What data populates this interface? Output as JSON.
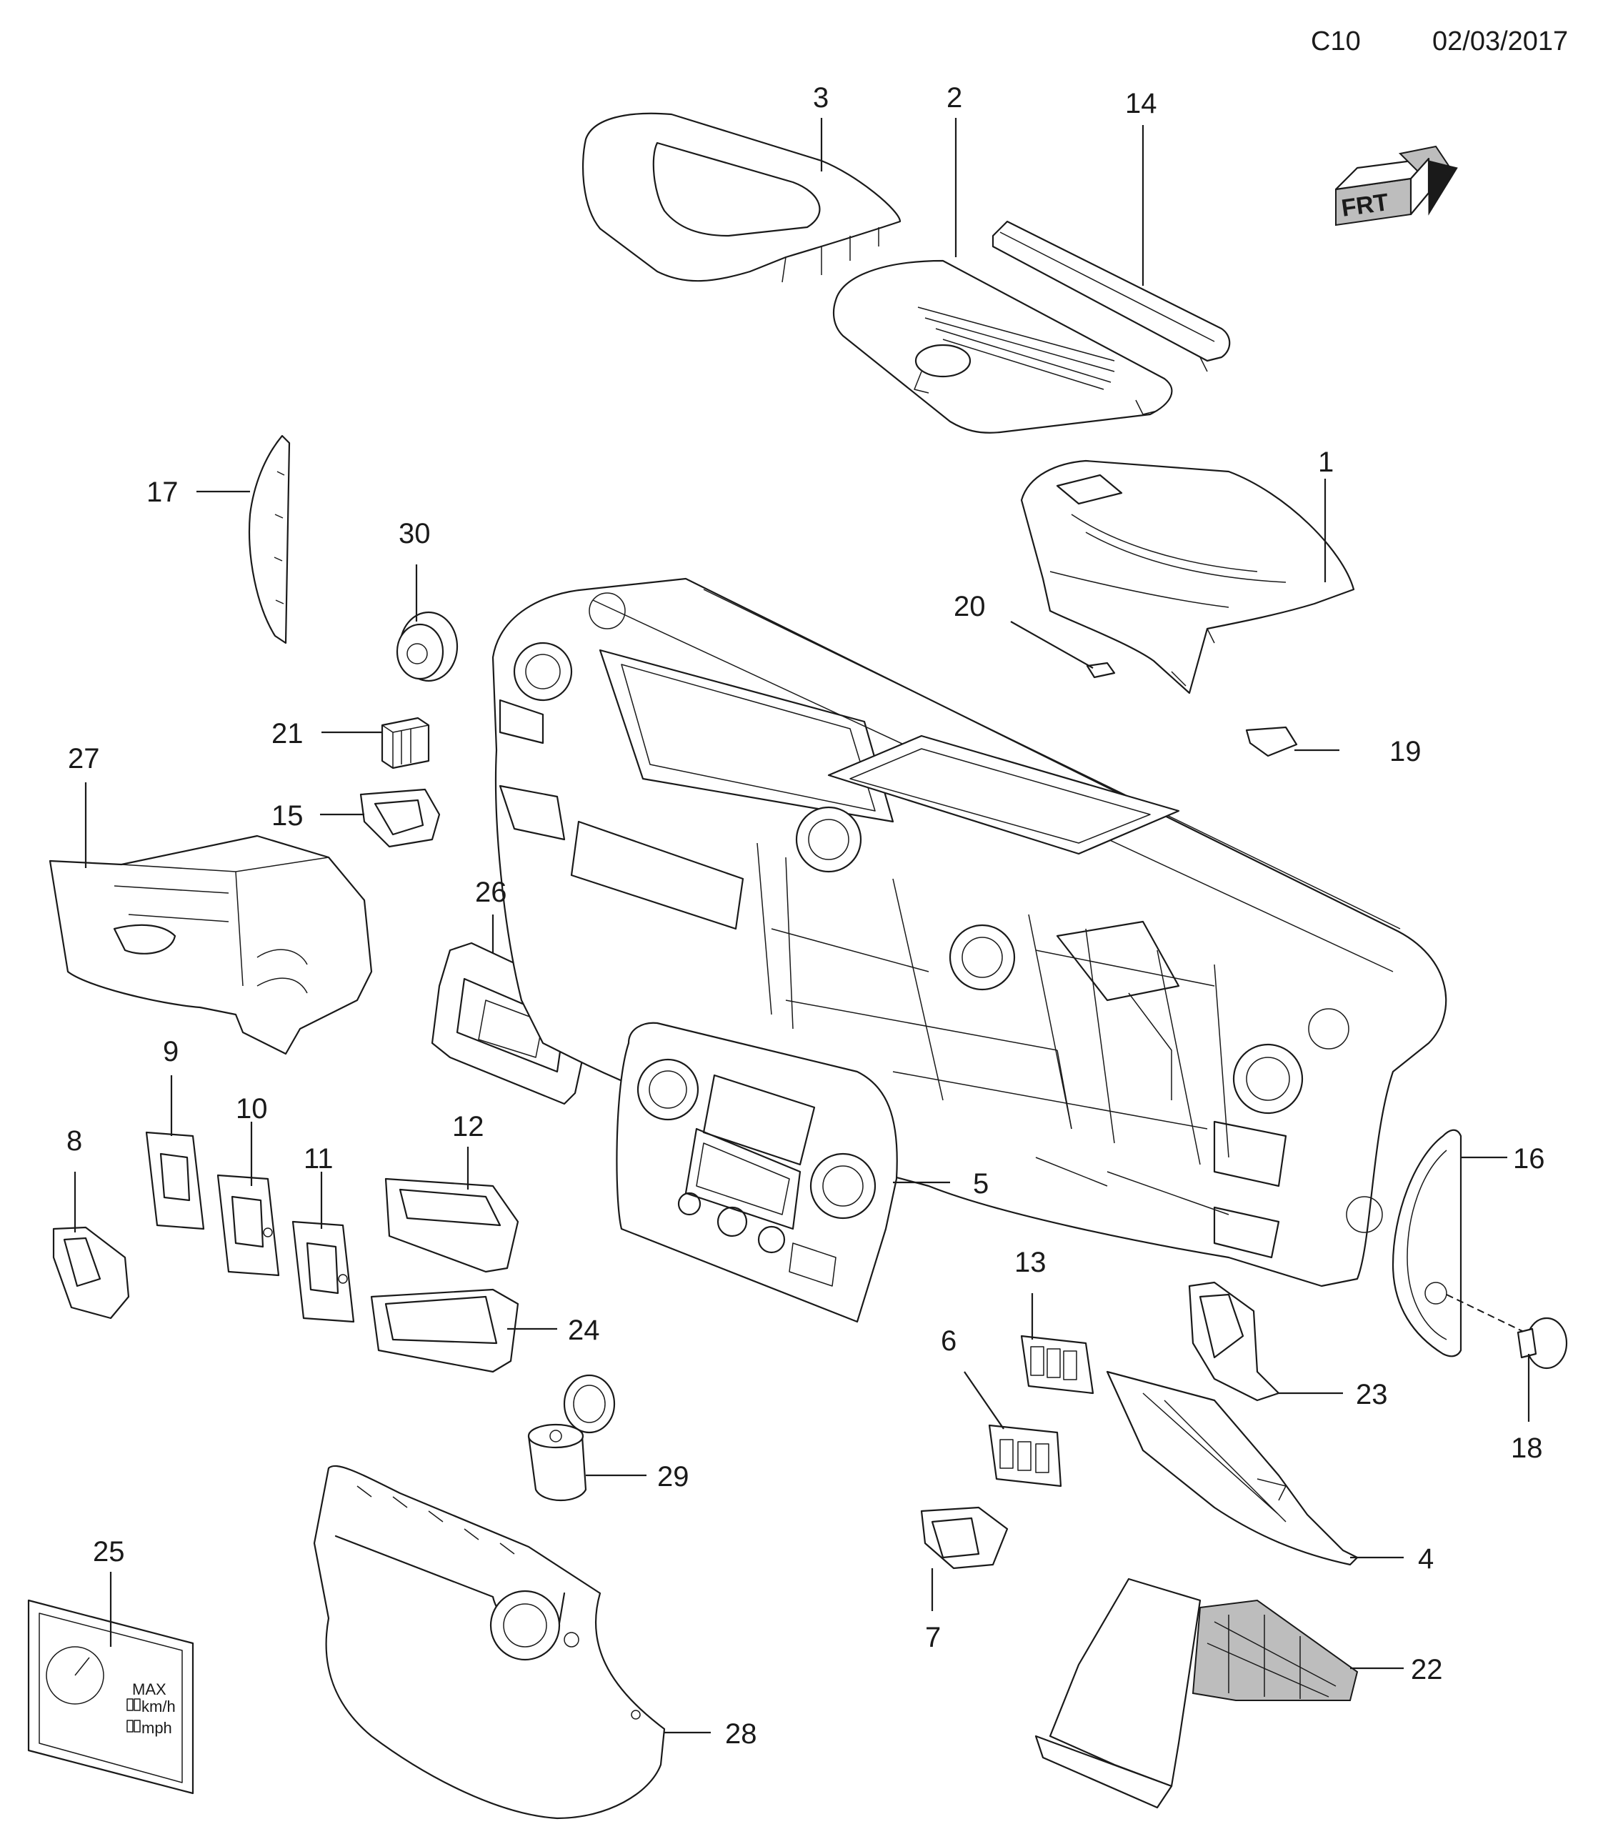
{
  "header": {
    "page_code": "C10",
    "date": "02/03/2017"
  },
  "direction_indicator": {
    "label": "FRT",
    "icon": "front-arrow-icon"
  },
  "callouts": [
    {
      "id": "1",
      "label": "1"
    },
    {
      "id": "2",
      "label": "2"
    },
    {
      "id": "3",
      "label": "3"
    },
    {
      "id": "4",
      "label": "4"
    },
    {
      "id": "5",
      "label": "5"
    },
    {
      "id": "6",
      "label": "6"
    },
    {
      "id": "7",
      "label": "7"
    },
    {
      "id": "8",
      "label": "8"
    },
    {
      "id": "9",
      "label": "9"
    },
    {
      "id": "10",
      "label": "10"
    },
    {
      "id": "11",
      "label": "11"
    },
    {
      "id": "12",
      "label": "12"
    },
    {
      "id": "13",
      "label": "13"
    },
    {
      "id": "14",
      "label": "14"
    },
    {
      "id": "15",
      "label": "15"
    },
    {
      "id": "16",
      "label": "16"
    },
    {
      "id": "17",
      "label": "17"
    },
    {
      "id": "18",
      "label": "18"
    },
    {
      "id": "19",
      "label": "19"
    },
    {
      "id": "20",
      "label": "20"
    },
    {
      "id": "21",
      "label": "21"
    },
    {
      "id": "22",
      "label": "22"
    },
    {
      "id": "23",
      "label": "23"
    },
    {
      "id": "24",
      "label": "24"
    },
    {
      "id": "25",
      "label": "25"
    },
    {
      "id": "26",
      "label": "26"
    },
    {
      "id": "27",
      "label": "27"
    },
    {
      "id": "28",
      "label": "28"
    },
    {
      "id": "29",
      "label": "29"
    },
    {
      "id": "30",
      "label": "30"
    }
  ],
  "label_25": {
    "max": "MAX",
    "unit_kmh": "km/h",
    "unit_mph": "mph"
  }
}
